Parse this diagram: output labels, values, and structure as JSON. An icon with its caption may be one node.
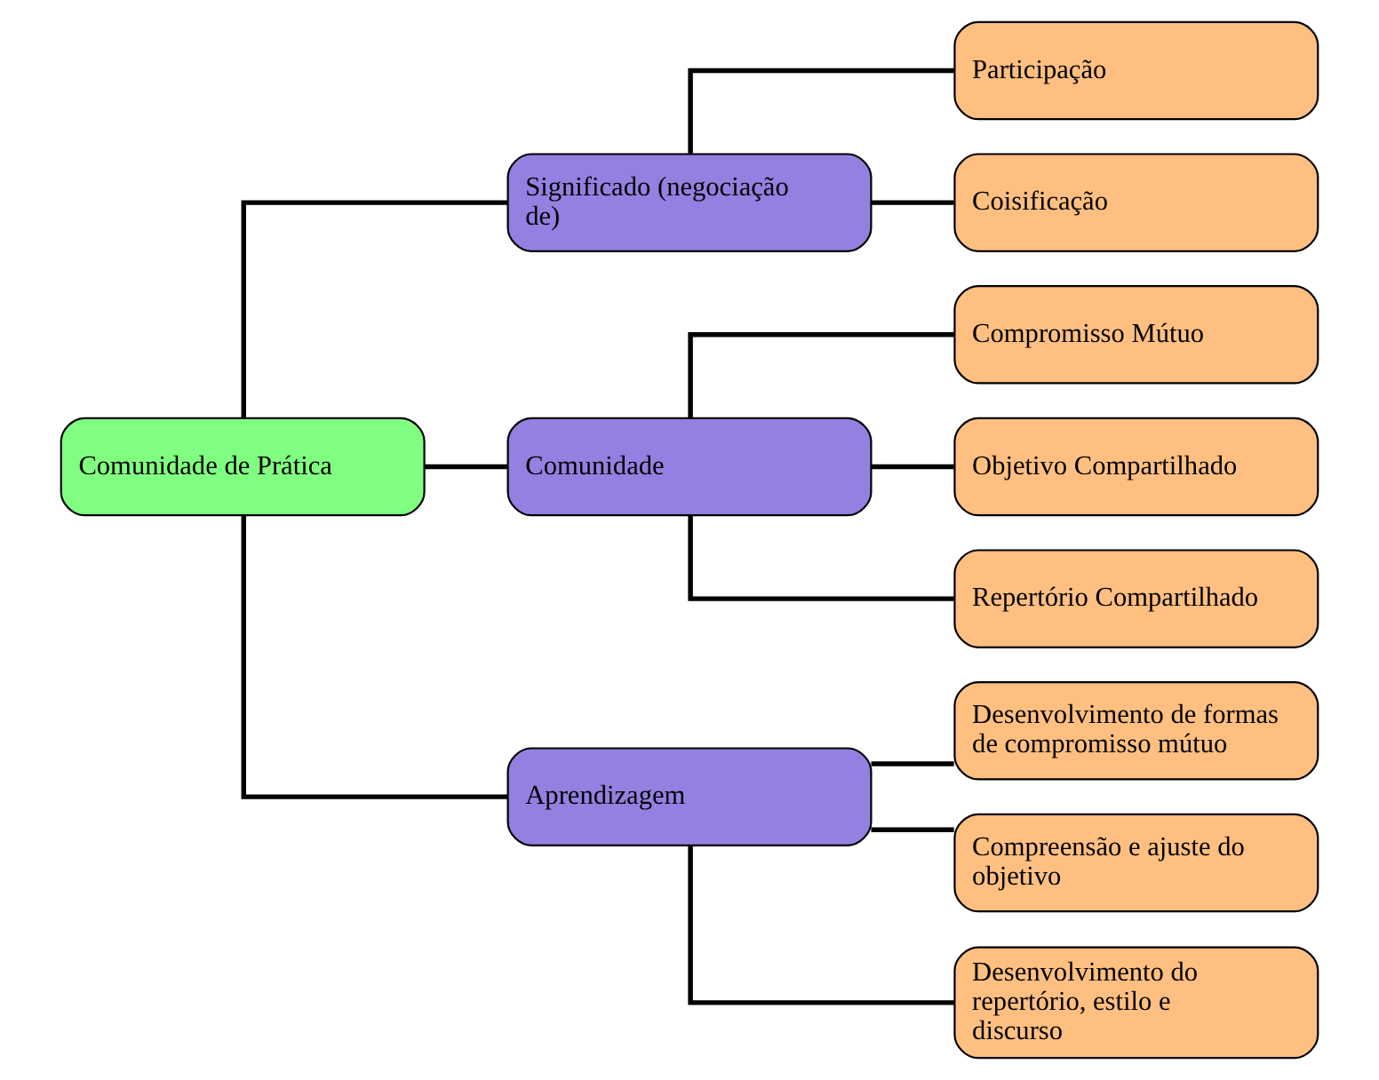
{
  "diagram": {
    "nodes": [
      {
        "text": [
          "Comunidade de Prática"
        ]
      },
      {
        "text": [
          "Significado (negociação de)"
        ]
      },
      {
        "text": [
          "Comunidade"
        ]
      },
      {
        "text": [
          "Aprendizagem"
        ]
      },
      {
        "text": [
          "Participação"
        ]
      },
      {
        "text": [
          "Coisificação"
        ]
      },
      {
        "text": [
          "Compromisso Mútuo"
        ]
      },
      {
        "text": [
          "Objetivo Compartilhado"
        ]
      },
      {
        "text": [
          "Repertório Compartilhado"
        ]
      },
      {
        "text": [
          "Desenvolvimento de formas de compromisso mútuo"
        ]
      },
      {
        "text": [
          "Compreensão e ajuste do objetivo"
        ]
      },
      {
        "text": [
          "Desenvolvimento do repertório, estilo e discurso"
        ]
      }
    ],
    "edges": [
      {
        "from": 0,
        "to": 1,
        "arrow": "none"
      },
      {
        "from": 0,
        "to": 2,
        "arrow": "none"
      },
      {
        "from": 0,
        "to": 3,
        "arrow": "none"
      },
      {
        "from": 1,
        "to": 4,
        "arrow": "none"
      },
      {
        "from": 1,
        "to": 5,
        "arrow": "none"
      },
      {
        "from": 2,
        "to": 6,
        "arrow": "none"
      },
      {
        "from": 2,
        "to": 7,
        "arrow": "none"
      },
      {
        "from": 2,
        "to": 8,
        "arrow": "none"
      },
      {
        "from": 3,
        "to": 9,
        "arrow": "none"
      },
      {
        "from": 3,
        "to": 10,
        "arrow": "none"
      },
      {
        "from": 3,
        "to": 11,
        "arrow": "none"
      }
    ]
  }
}
